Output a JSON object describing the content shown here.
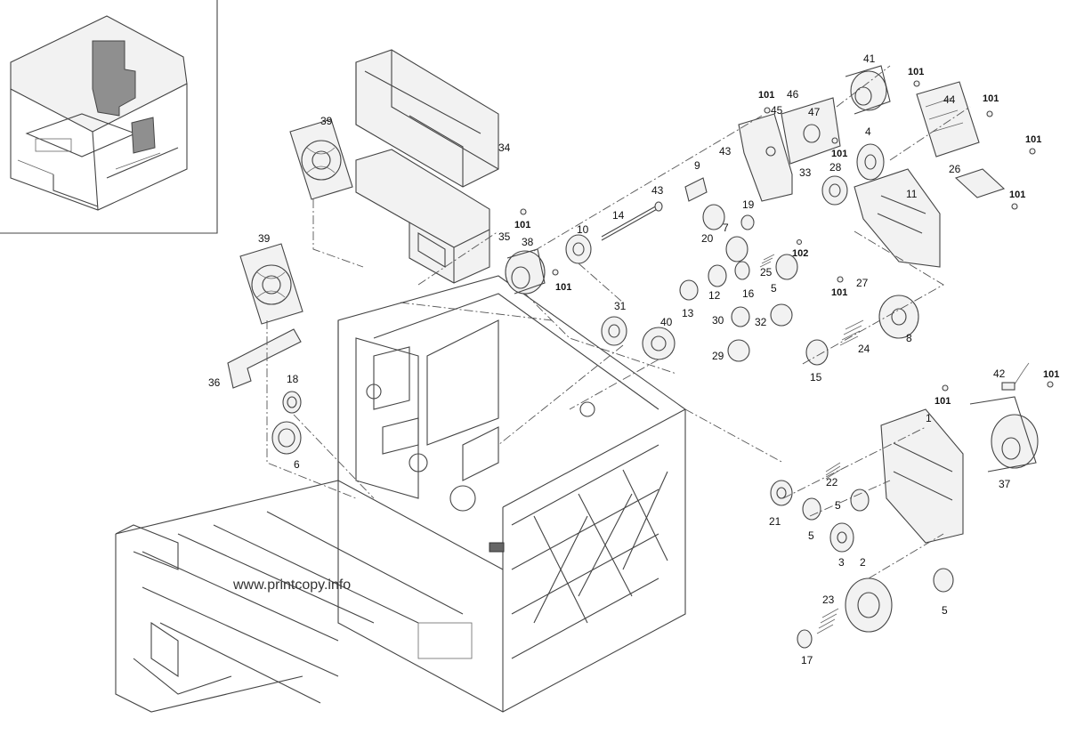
{
  "watermark": "www.printcopy.info",
  "colors": {
    "line": "#444444",
    "background": "#ffffff"
  },
  "callouts": {
    "c1": "1",
    "c2": "2",
    "c3": "3",
    "c4": "4",
    "c5": "5",
    "c6": "6",
    "c7": "7",
    "c8": "8",
    "c9": "9",
    "c10": "10",
    "c11": "11",
    "c12": "12",
    "c13": "13",
    "c14": "14",
    "c15": "15",
    "c16": "16",
    "c17": "17",
    "c18": "18",
    "c19": "19",
    "c20": "20",
    "c21": "21",
    "c22": "22",
    "c23": "23",
    "c24": "24",
    "c25": "25",
    "c26": "26",
    "c27": "27",
    "c28": "28",
    "c29": "29",
    "c30": "30",
    "c31": "31",
    "c32": "32",
    "c33": "33",
    "c34": "34",
    "c35": "35",
    "c36": "36",
    "c37": "37",
    "c38": "38",
    "c39": "39",
    "c40": "40",
    "c41": "41",
    "c42": "42",
    "c43": "43",
    "c44": "44",
    "c45": "45",
    "c46": "46",
    "c47": "47",
    "c101": "101",
    "c102": "102"
  }
}
